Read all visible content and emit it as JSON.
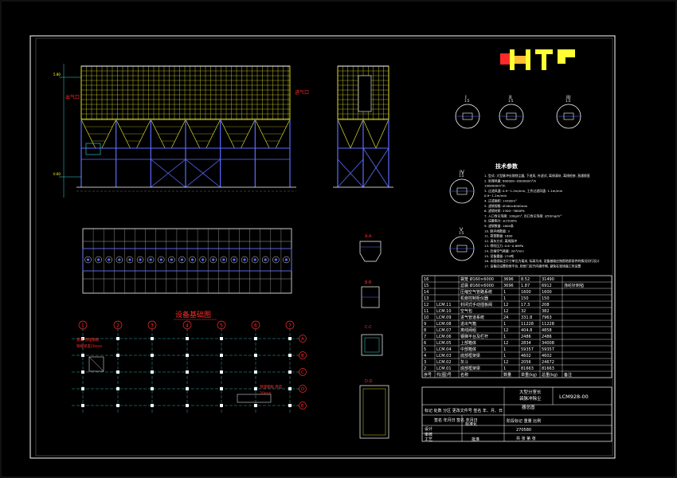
{
  "drawing": {
    "foundation_title": "设备基础图",
    "inlet_label": "进气口",
    "outlet_label": "出气口",
    "dim_top": "5.80",
    "dim_bottom": "0.60",
    "axis_numbers": [
      "1",
      "2",
      "3",
      "4",
      "5",
      "6",
      "7"
    ],
    "axis_letters": [
      "A",
      "B",
      "C",
      "D",
      "E"
    ],
    "foundation_note_1": "基础 预埋钢板",
    "foundation_note_2": "钢板厚度20mm",
    "foundation_note_3": "预埋钢板 厚度",
    "foundation_note_4": "20mm",
    "section_aa": "A-A",
    "section_bb": "B-B",
    "section_cc": "C-C",
    "section_dd": "D-D",
    "detail_i": "I",
    "detail_ii": "II",
    "detail_iii": "III",
    "detail_iv": "IV",
    "detail_v": "V",
    "scale": "1:5"
  },
  "tech": {
    "title": "技术参数",
    "lines": [
      "1. 型式: 大型脉冲长袋除尘器, 下进风, 外滤式, 离线清灰, 离线检修, 直通袋笼",
      "2. 处理风量: 600000~800000m³/h",
      "   1900000m³/h",
      "3. 过滤风速: 0.9~1.2m/min, 工作过滤风速: 1.1m/min",
      "   0.9~1.2m/min",
      "4. 过滤面积: 14300m²",
      "5. 滤袋规格: Ø160×6000mm",
      "6. 滤袋材质: 2300~3800Pa",
      "7. 入口含尘浓度: 100g/m³, 出口含尘浓度: ≤50mg/m³",
      "8. 设备阻力: ≤1500Pa",
      "9. 滤袋数量: 1600条",
      "10. 脉冲阀数量: 3",
      "11. 袋笼数量: 1600",
      "12. 清灰方式: 离线脉冲",
      "13. 喷吹压力: 0.6~0.8MPa",
      "14. 压缩空气耗量: 3m³/min",
      "15. 设备重量: 270吨",
      "16. 本图纸标注尺寸单位为毫米, 标高为米, 设备基础应按照地质条件的情况另行设计",
      "17. 设备应设置检修平台, 检修门应开向操作侧, 避免在现场施工时设置"
    ]
  },
  "bom": {
    "headers": [
      "序号",
      "代(图)号",
      "名称",
      "数量",
      "单重(kg)",
      "总重(kg)",
      "备注"
    ],
    "rows": [
      [
        "16",
        "",
        "袋笼 Ø160×6000",
        "3696",
        "8.52",
        "31490",
        ""
      ],
      [
        "15",
        "",
        "滤袋 Ø160×6000",
        "3696",
        "1.87",
        "6912",
        "涤纶针刺毡"
      ],
      [
        "14",
        "",
        "压缩空气管路系统",
        "1",
        "1600",
        "1600",
        ""
      ],
      [
        "13",
        "",
        "机旁控制柜仪器",
        "1",
        "150",
        "150",
        ""
      ],
      [
        "12",
        "LCM.11",
        "封闭式手动插板阀",
        "12",
        "17.3",
        "208",
        ""
      ],
      [
        "11",
        "LCM.10",
        "空气包",
        "12",
        "32",
        "382",
        ""
      ],
      [
        "10",
        "LCM.09",
        "进气管道系统",
        "24",
        "331.8",
        "7963",
        ""
      ],
      [
        "9",
        "LCM.08",
        "进出气箱",
        "1",
        "11228",
        "11228",
        ""
      ],
      [
        "8",
        "LCM.07",
        "离线阀组",
        "12",
        "404.8",
        "4858",
        ""
      ],
      [
        "7",
        "LCM.06",
        "钢梯平台及栏杆",
        "1",
        "2486",
        "2486",
        ""
      ],
      [
        "6",
        "LCM.05",
        "上部箱体",
        "12",
        "2834",
        "34008",
        ""
      ],
      [
        "5",
        "LCM.04",
        "中部箱体",
        "1",
        "59357",
        "59357",
        ""
      ],
      [
        "4",
        "LCM.03",
        "底部框架梁",
        "1",
        "4602",
        "4602",
        ""
      ],
      [
        "3",
        "LCM.02",
        "灰斗",
        "12",
        "2056",
        "24672",
        ""
      ],
      [
        "2",
        "LCM.01",
        "底部框架梁",
        "1",
        "81663",
        "81663",
        ""
      ]
    ]
  },
  "title_block": {
    "drawing_no": "LCM928-00",
    "name_1": "大型分室长",
    "name_2": "袋脉冲除尘",
    "name_3": "器总图",
    "revision_row": "标记 处数 分区 更改文件号 签名 年、月、日",
    "sign_row": "签名 年月日   签名 年月日",
    "stage_label": "阶段标记 重量 比例",
    "design": "设计",
    "standard": "标准化",
    "review": "审核",
    "process": "工艺",
    "approve": "批准",
    "weight": "270580",
    "sheets": "共  张  第  张"
  },
  "colors": {
    "background": "#000000",
    "frame": "#ffffff",
    "structure": "#5a6cff",
    "bag_grid": "#ffff33",
    "red": "#ff2a2a",
    "cyan": "#39d9d9",
    "green": "#4ad04a"
  }
}
